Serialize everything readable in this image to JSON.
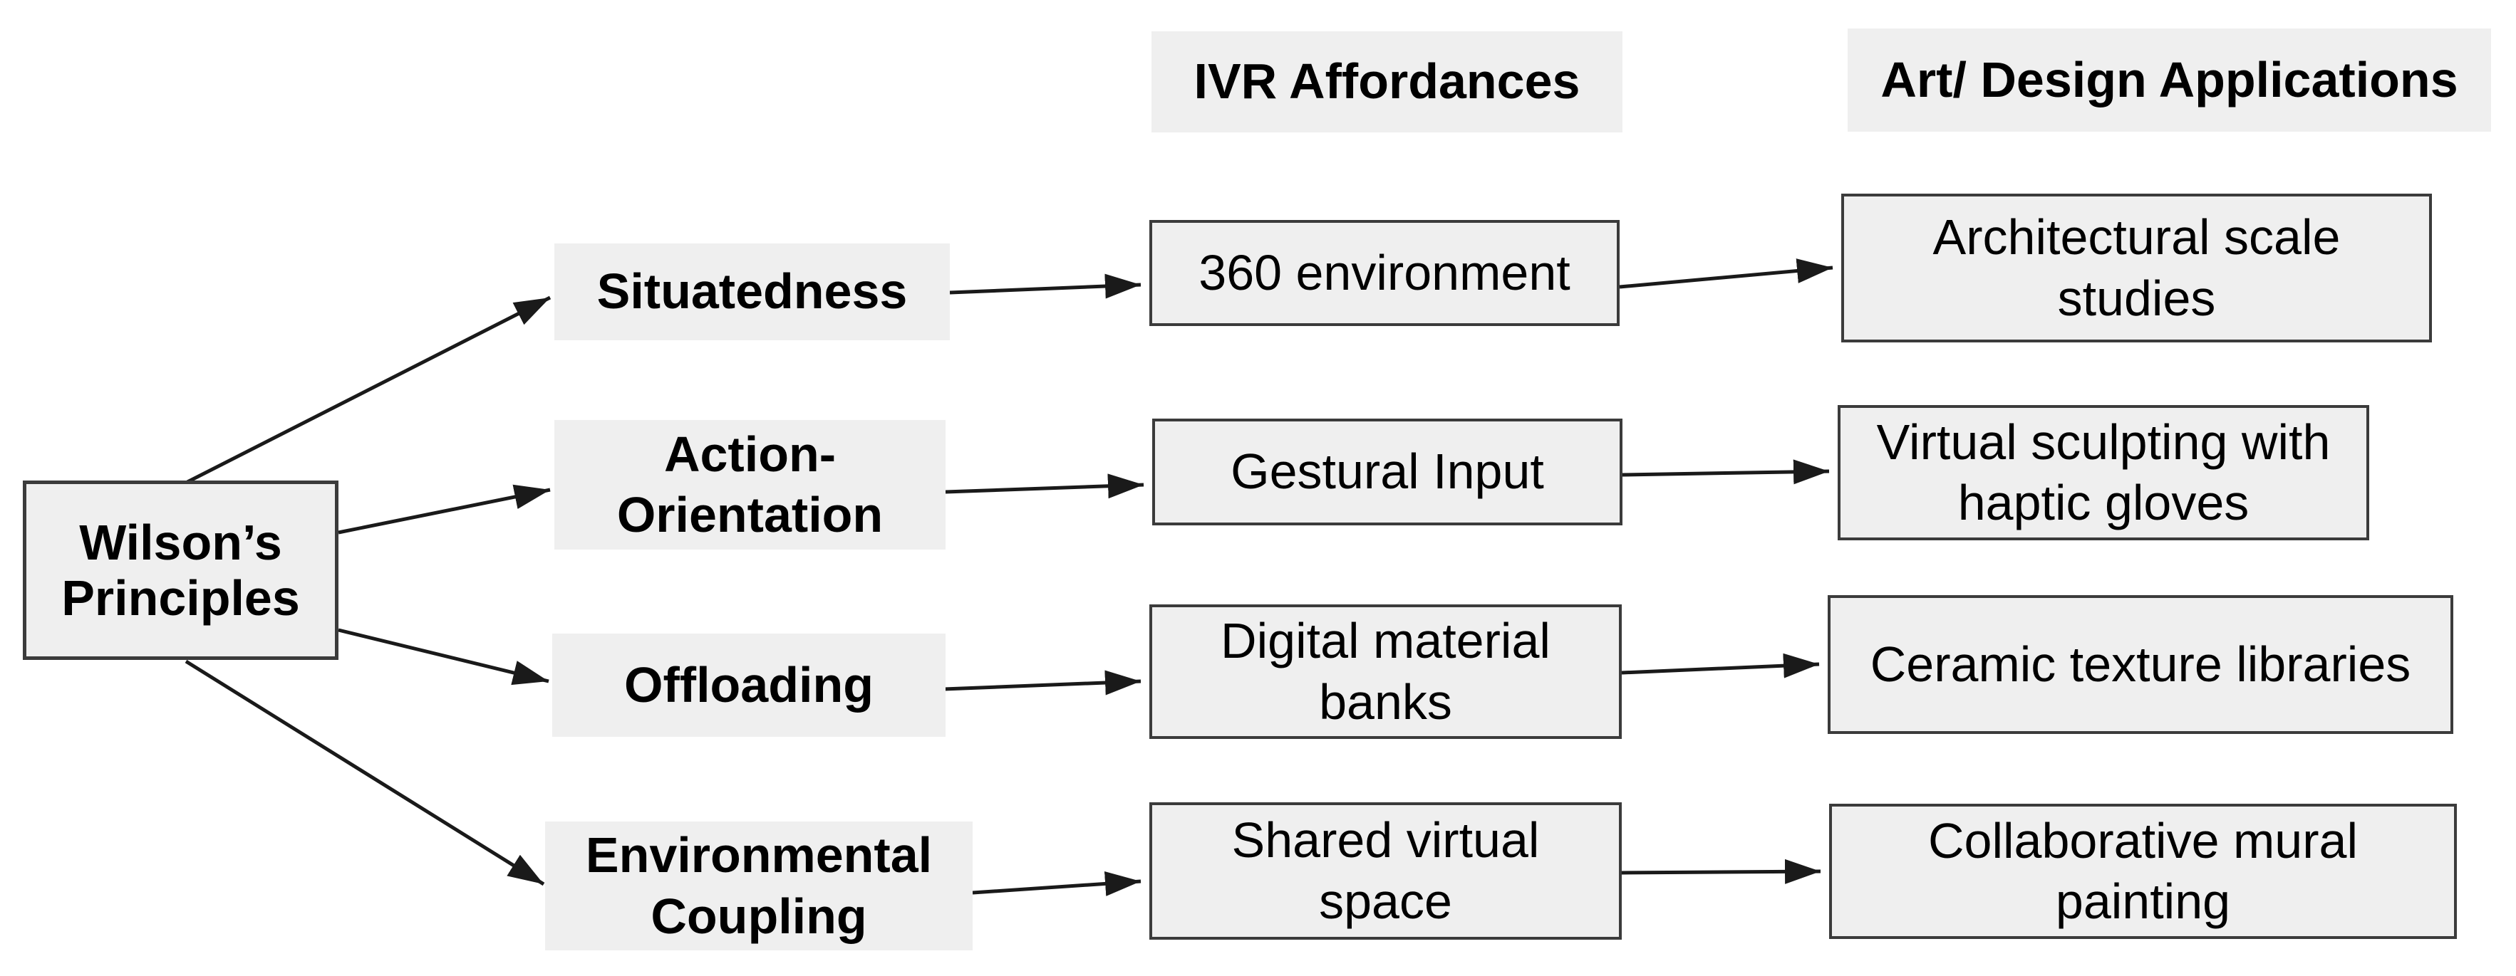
{
  "headers": {
    "affordances": "IVR Affordances",
    "applications": "Art/ Design Applications"
  },
  "root": {
    "label": "Wilson’s Principles"
  },
  "rows": [
    {
      "principle": "Situatedness",
      "affordance": "360 environment",
      "application": "Architectural scale studies"
    },
    {
      "principle": "Action-Orientation",
      "affordance": "Gestural Input",
      "application": "Virtual sculpting with haptic gloves"
    },
    {
      "principle": "Offloading",
      "affordance": "Digital material banks",
      "application": "Ceramic texture libraries"
    },
    {
      "principle": "Environmental Coupling",
      "affordance": "Shared virtual space",
      "application": "Collaborative mural painting"
    }
  ],
  "colors": {
    "box_fill": "#efefef",
    "box_border": "#3b3b3b",
    "text": "#000000",
    "arrow": "#1a1a1a",
    "background": "#ffffff"
  }
}
